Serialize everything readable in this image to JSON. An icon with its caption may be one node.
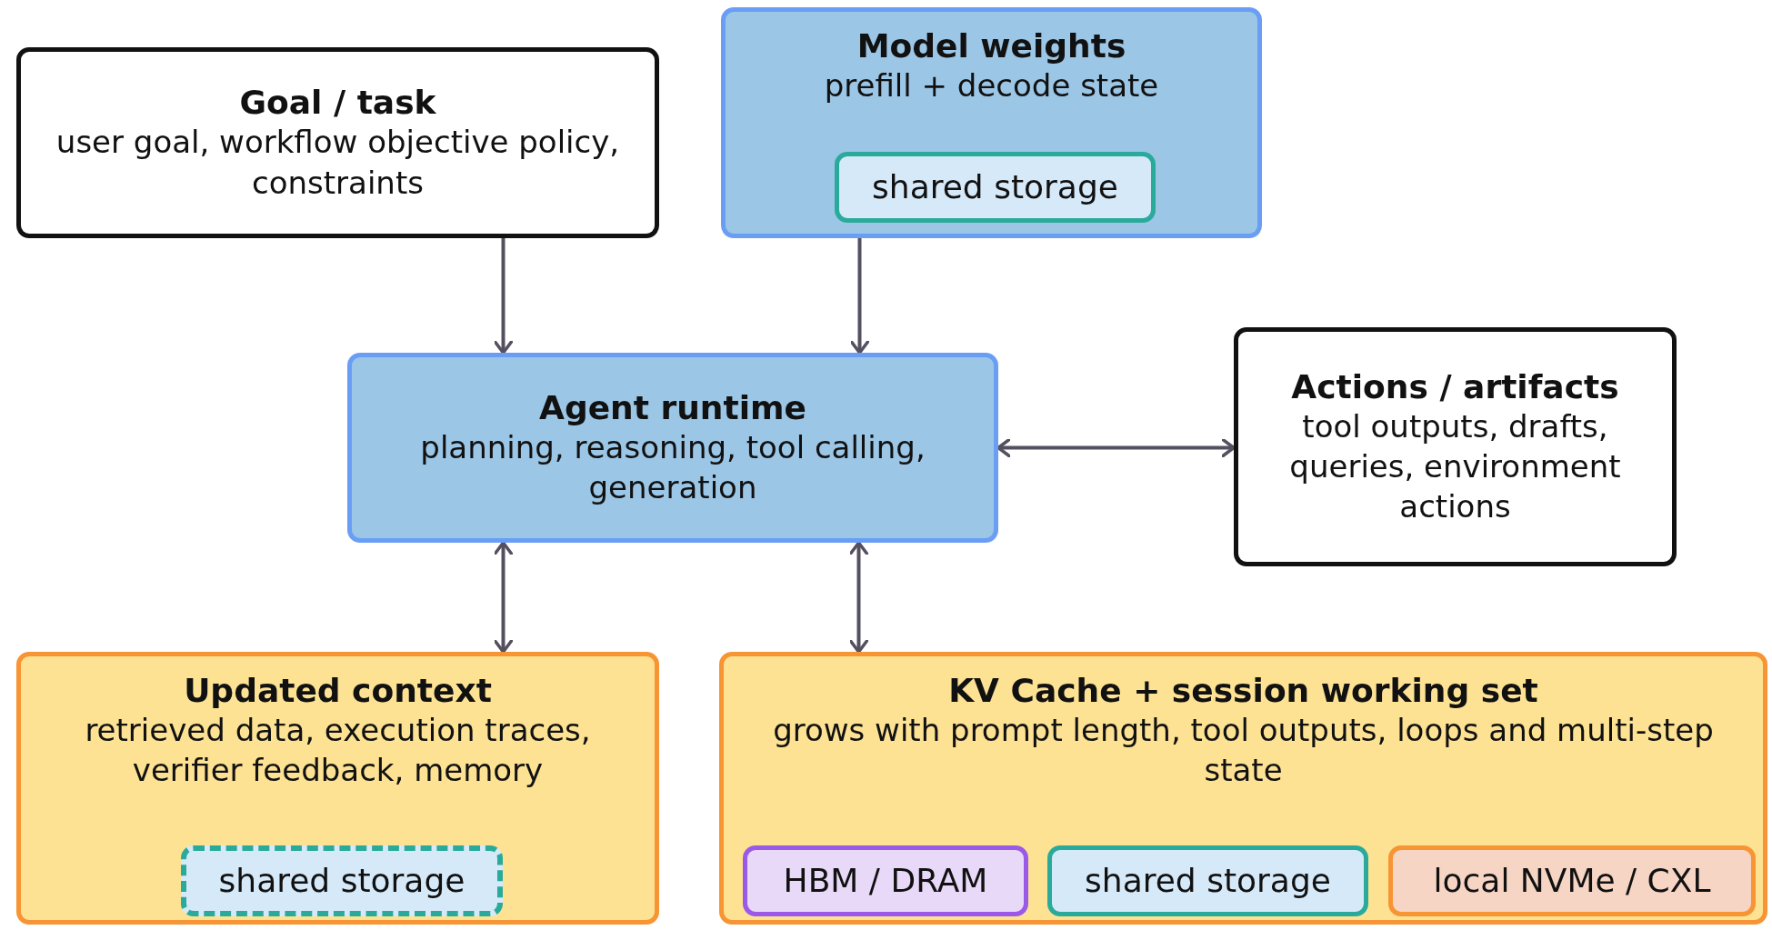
{
  "diagram": {
    "nodes": [
      {
        "text": [
          "Goal / task",
          "user goal, workflow objective policy, constraints"
        ]
      },
      {
        "text": [
          "Model weights",
          "prefill + decode state"
        ]
      },
      {
        "text": [
          "shared storage"
        ],
        "in": 1
      },
      {
        "text": [
          "Agent runtime",
          "planning, reasoning, tool calling, generation"
        ]
      },
      {
        "text": [
          "Actions / artifacts",
          "tool outputs, drafts, queries, environment actions"
        ]
      },
      {
        "text": [
          "Updated context",
          "retrieved data, execution traces, verifier feedback, memory"
        ]
      },
      {
        "text": [
          "shared storage"
        ],
        "in": 5
      },
      {
        "text": [
          "KV Cache + session working set",
          "grows with prompt length, tool outputs, loops and multi-step state"
        ]
      },
      {
        "text": [
          "HBM / DRAM"
        ],
        "in": 7
      },
      {
        "text": [
          "shared storage"
        ],
        "in": 7
      },
      {
        "text": [
          "local NVMe / CXL"
        ],
        "in": 7
      }
    ],
    "edges": [
      {
        "from": 0,
        "to": 3,
        "arrow": "to"
      },
      {
        "from": 1,
        "to": 3,
        "arrow": "to"
      },
      {
        "from": 3,
        "to": 4,
        "arrow": "both"
      },
      {
        "from": 3,
        "to": 5,
        "arrow": "both"
      },
      {
        "from": 3,
        "to": 7,
        "arrow": "both"
      }
    ]
  }
}
